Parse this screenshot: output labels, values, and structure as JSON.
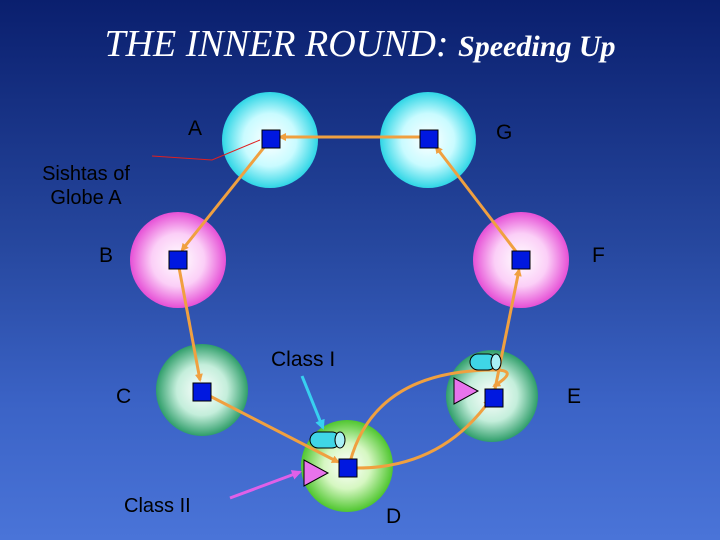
{
  "title": {
    "main": "THE INNER ROUND:",
    "sub": "Speeding Up"
  },
  "globes": [
    {
      "letter": "A",
      "color": "cyan"
    },
    {
      "letter": "G",
      "color": "cyan"
    },
    {
      "letter": "B",
      "color": "pink"
    },
    {
      "letter": "F",
      "color": "pink"
    },
    {
      "letter": "C",
      "color": "green"
    },
    {
      "letter": "E",
      "color": "green"
    },
    {
      "letter": "D",
      "color": "lightgreen"
    }
  ],
  "labels": {
    "sishtas": "Sishtas of Globe A",
    "class_one": "Class I",
    "class_two": "Class II"
  },
  "colors": {
    "cyan": "#2ed6e6",
    "pink": "#e64fd6",
    "green": "#3fae78",
    "lightgreen": "#5fd13a",
    "arrow": "#f0a040",
    "square": "#0018e0",
    "class_one_arrow": "#38d0f0",
    "class_two_arrow": "#e060e8"
  }
}
